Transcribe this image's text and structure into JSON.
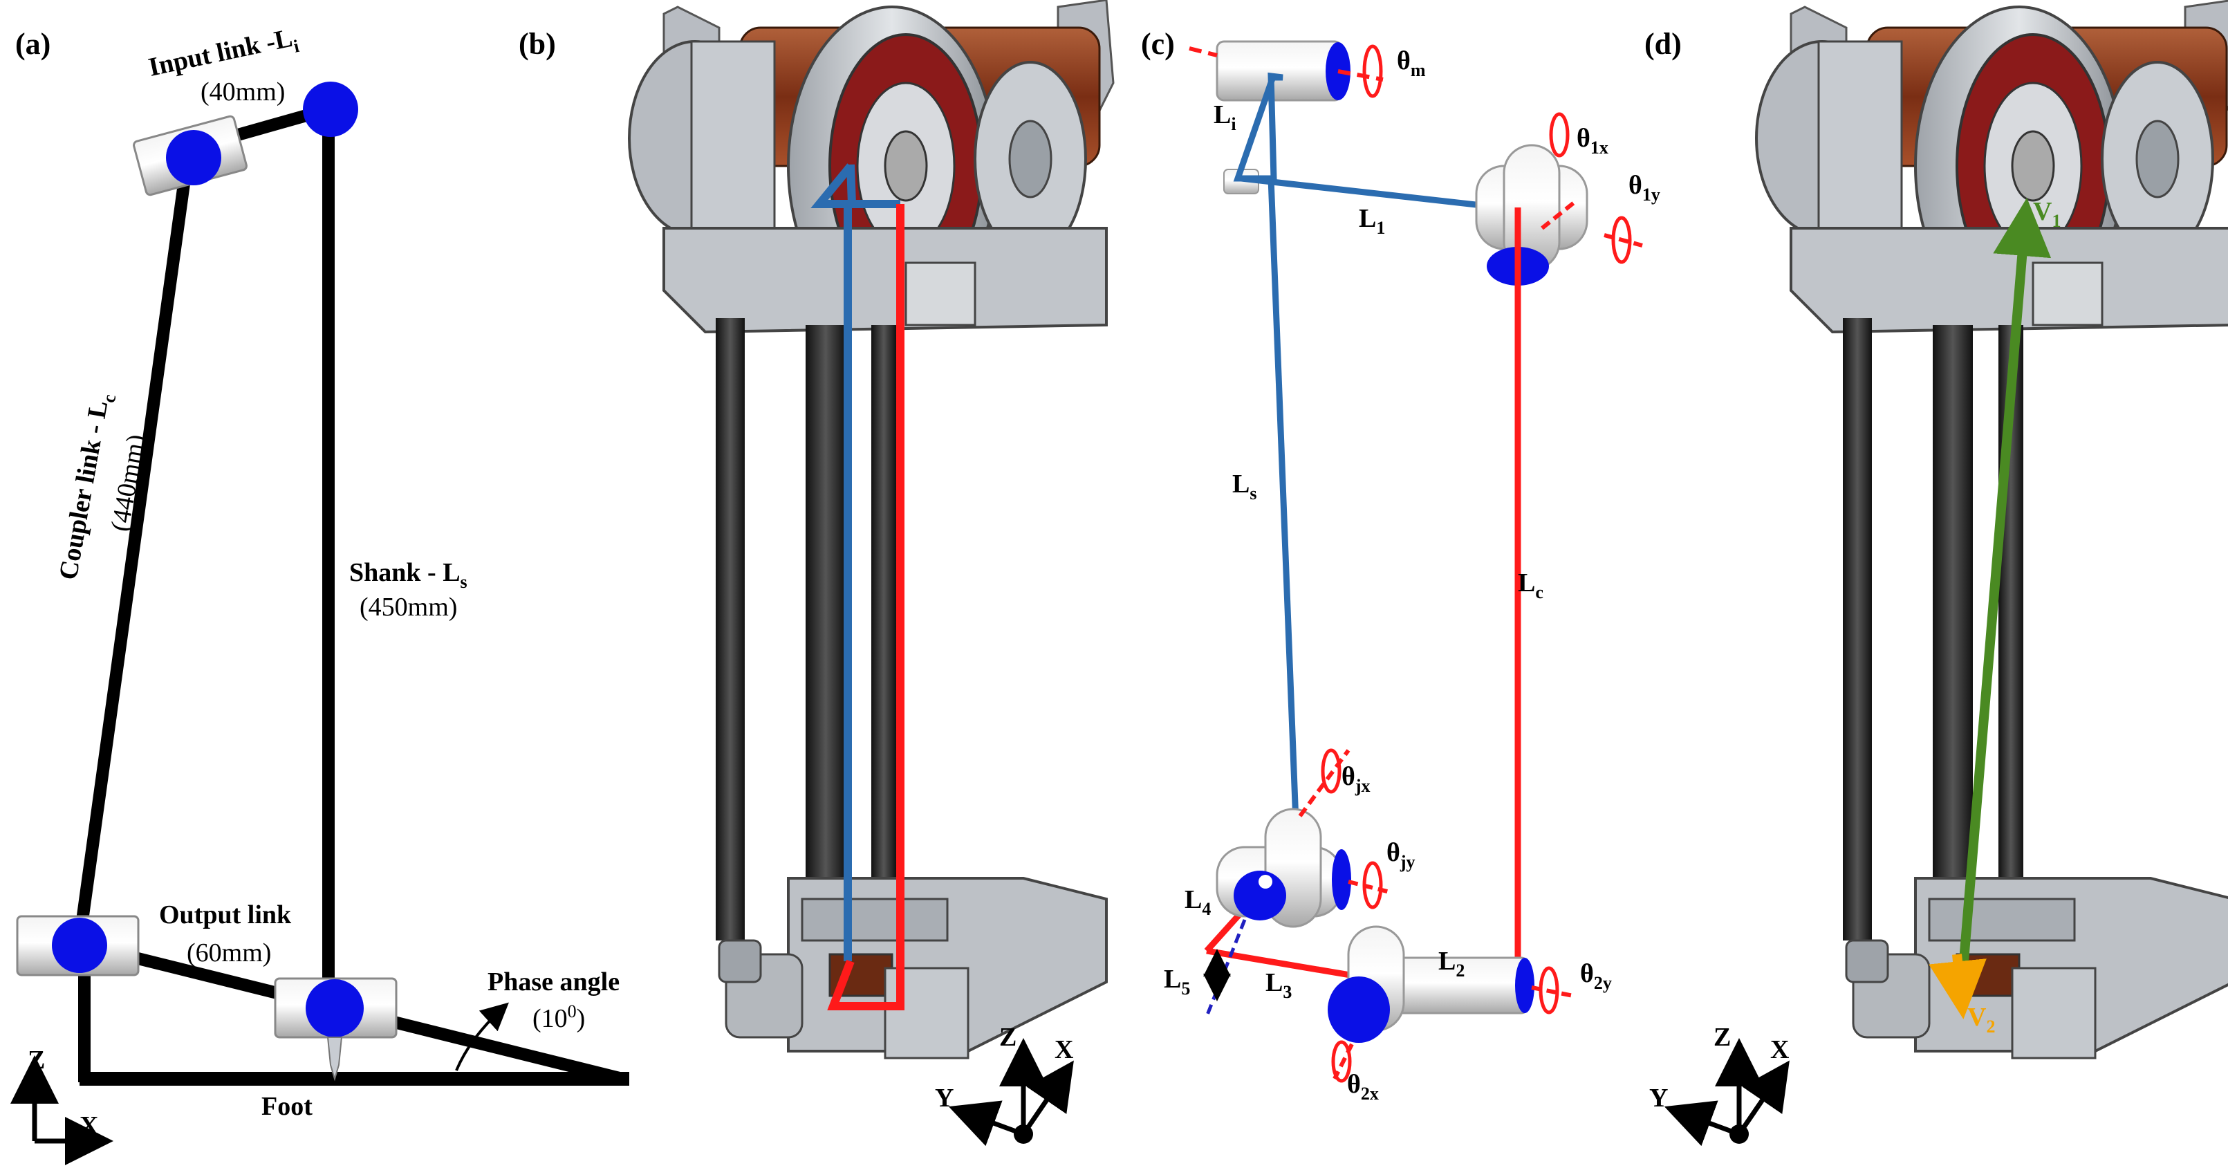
{
  "panels": {
    "a": {
      "label": "(a)",
      "input_link": {
        "name": "Input link -L",
        "sub": "i",
        "len": "(40mm)"
      },
      "coupler_link": {
        "name": "Coupler link - L",
        "sub": "c",
        "len": "(440mm)"
      },
      "shank": {
        "name": "Shank - L",
        "sub": "s",
        "len": "(450mm)"
      },
      "output_link": {
        "name": "Output link",
        "len": "(60mm)"
      },
      "phase_angle": {
        "name": "Phase angle",
        "value": "(10",
        "sup": "0",
        "close": ")"
      },
      "foot": "Foot",
      "axis_z": "Z",
      "axis_x": "X"
    },
    "b": {
      "label": "(b)",
      "axis_z": "Z",
      "axis_x": "X",
      "axis_y": "Y"
    },
    "c": {
      "label": "(c)",
      "theta_m": {
        "base": "θ",
        "sub": "m"
      },
      "theta_1x": {
        "base": "θ",
        "sub": "1x"
      },
      "theta_1y": {
        "base": "θ",
        "sub": "1y"
      },
      "theta_jx": {
        "base": "θ",
        "sub": "jx"
      },
      "theta_jy": {
        "base": "θ",
        "sub": "jy"
      },
      "theta_2x": {
        "base": "θ",
        "sub": "2x"
      },
      "theta_2y": {
        "base": "θ",
        "sub": "2y"
      },
      "L_i": {
        "base": "L",
        "sub": "i"
      },
      "L_1": {
        "base": "L",
        "sub": "1"
      },
      "L_s": {
        "base": "L",
        "sub": "s"
      },
      "L_c": {
        "base": "L",
        "sub": "c"
      },
      "L_2": {
        "base": "L",
        "sub": "2"
      },
      "L_3": {
        "base": "L",
        "sub": "3"
      },
      "L_4": {
        "base": "L",
        "sub": "4"
      },
      "L_5": {
        "base": "L",
        "sub": "5"
      }
    },
    "d": {
      "label": "(d)",
      "V_1": {
        "base": "V",
        "sub": "1"
      },
      "V_2": {
        "base": "V",
        "sub": "2"
      },
      "axis_z": "Z",
      "axis_x": "X",
      "axis_y": "Y"
    }
  },
  "colors": {
    "link_black": "#000000",
    "joint_blue": "#0a10e6",
    "blue_line": "#2b6cb0",
    "red_line": "#ff1a1a",
    "green_vec": "#4a8a22",
    "orange_vec": "#f5a400",
    "metal": "#c8ccd2",
    "copper": "#8a3a1e"
  }
}
